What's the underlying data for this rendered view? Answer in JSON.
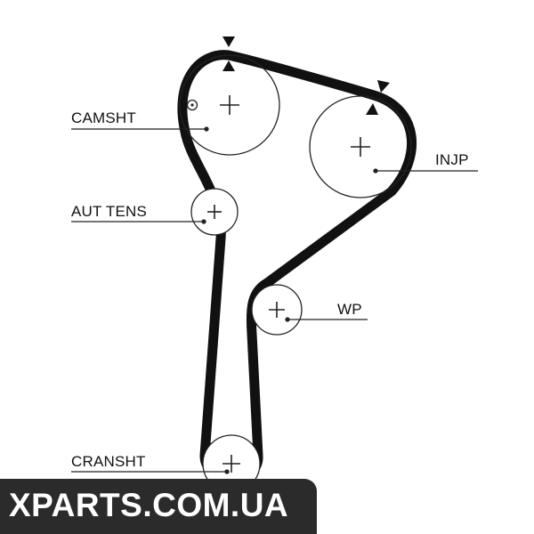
{
  "labels": {
    "camshaft": "CAMSHT",
    "injection_pump": "INJP",
    "auto_tensioner": "AUT TENS",
    "water_pump": "WP",
    "crankshaft": "CRANSHT"
  },
  "watermark": "XPARTS.COM.UA",
  "colors": {
    "belt": "#111111",
    "outline": "#222222",
    "watermark_bg": "#2b2b2b",
    "watermark_text": "#ffffff"
  }
}
